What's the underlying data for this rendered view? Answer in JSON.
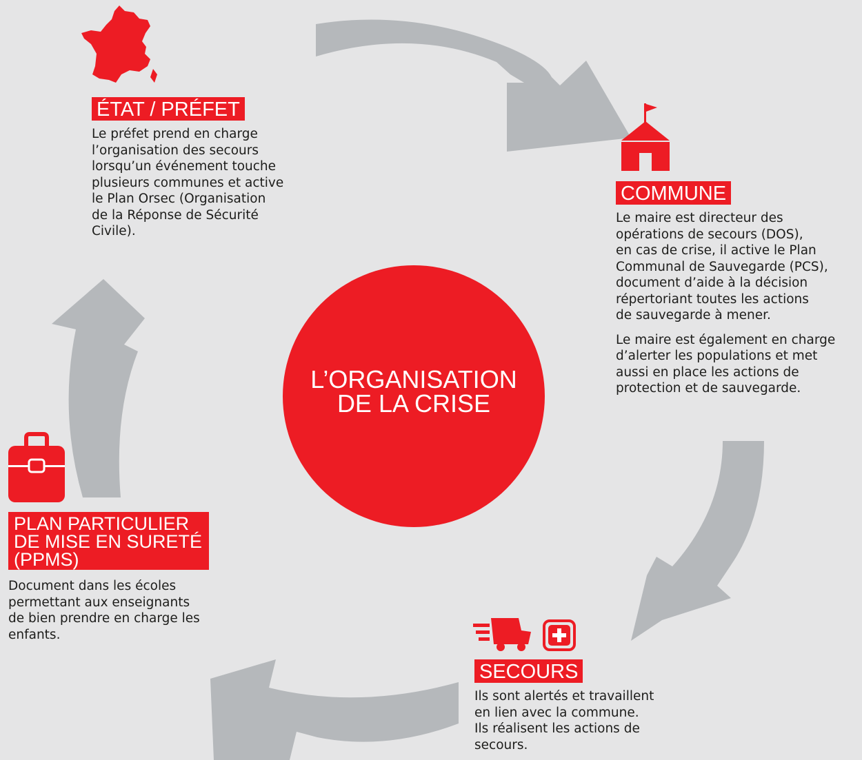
{
  "center": {
    "title": "L’ORGANISATION\nDE LA CRISE"
  },
  "etat": {
    "title": "ÉTAT / PRÉFET",
    "text": "Le préfet prend en charge\nl’organisation des secours\nlorsqu’un événement touche\nplusieurs communes et active\nle Plan Orsec (Organisation\nde la Réponse de Sécurité\nCivile).",
    "icon": "france-map-icon"
  },
  "commune": {
    "title": "COMMUNE",
    "text1": "Le maire est directeur des\nopérations de secours (DOS),\nen cas de crise, il active le Plan\nCommunal de Sauvegarde (PCS),\ndocument d’aide à la décision\nrépertoriant toutes les actions\nde sauvegarde à mener.",
    "text2": "Le maire est également en charge\nd’alerter les populations et met\naussi en place les actions de\nprotection et de sauvegarde.",
    "icon": "town-hall-flag-icon"
  },
  "secours": {
    "title": "SECOURS",
    "text": "Ils sont alertés et travaillent\nen lien avec la commune.\nIls réalisent les actions de\nsecours.",
    "icons": [
      "fire-truck-icon",
      "first-aid-icon"
    ]
  },
  "ppms": {
    "title": "PLAN PARTICULIER\nDE MISE EN SURETÉ\n(PPMS)",
    "text": "Document dans les écoles\npermettant aux enseignants\nde bien prendre en charge les\nenfants.",
    "icon": "briefcase-icon"
  },
  "colors": {
    "accent": "#ed1c24",
    "arrow": "#b5b8bb",
    "background": "#e5e5e6"
  }
}
